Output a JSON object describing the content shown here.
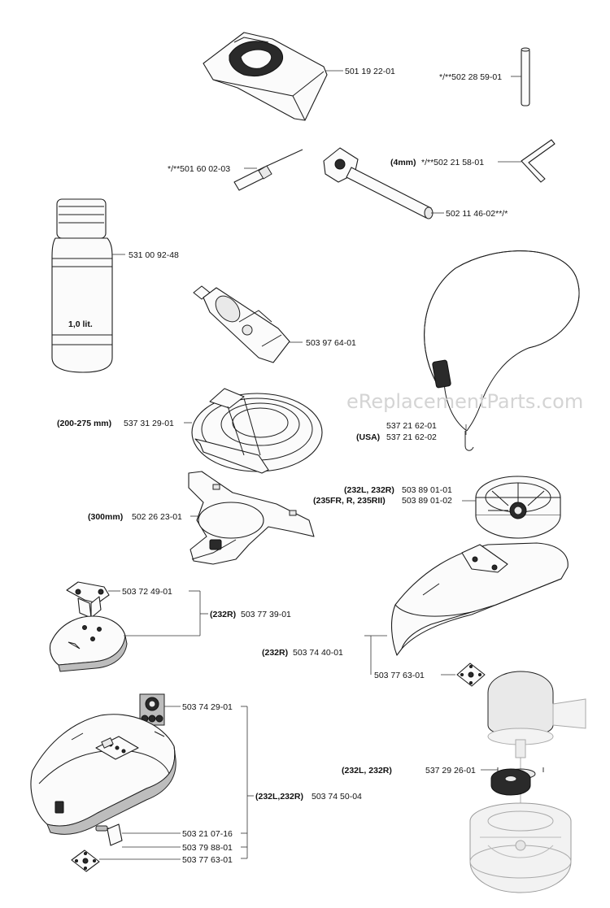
{
  "watermark": "eReplacementParts.com",
  "labels": {
    "bag": "501 19 22-01",
    "pin": "*/**502 28 59-01",
    "screwdriver": "*/**501 60 02-03",
    "hex_key_size": "(4mm)",
    "hex_key": "*/**502 21 58-01",
    "combi_spanner": "502 11 46-02**/*",
    "oil_bottle": "531 00 92-48",
    "oil_volume": "1,0 lit.",
    "grease_tube": "503 97 64-01",
    "harness_1": "537 21 62-01",
    "harness_usa_prefix": "(USA)",
    "harness_usa": "537 21 62-02",
    "trimmer_guard_size": "(200-275 mm)",
    "trimmer_guard": "537 31 29-01",
    "spool_models_1": "(232L, 232R)",
    "spool_1": "503 89 01-01",
    "spool_models_2": "(235FR, R, 235RII)",
    "spool_2": "503 89 01-02",
    "support_size": "(300mm)",
    "support": "502 26 23-01",
    "bracket": "503 72 49-01",
    "small_guard_model": "(232R)",
    "small_guard": "503 77 39-01",
    "blade_guard_model": "(232R)",
    "blade_guard": "503 74 40-01",
    "guard_plate_1": "503 77 63-01",
    "decal": "503 74 29-01",
    "big_guard_models": "(232L,232R)",
    "big_guard": "503 74 50-04",
    "washer_models": "(232L, 232R)",
    "washer": "537 29 26-01",
    "screw": "503 21 07-16",
    "clip": "503 79 88-01",
    "guard_plate_2": "503 77 63-01"
  }
}
